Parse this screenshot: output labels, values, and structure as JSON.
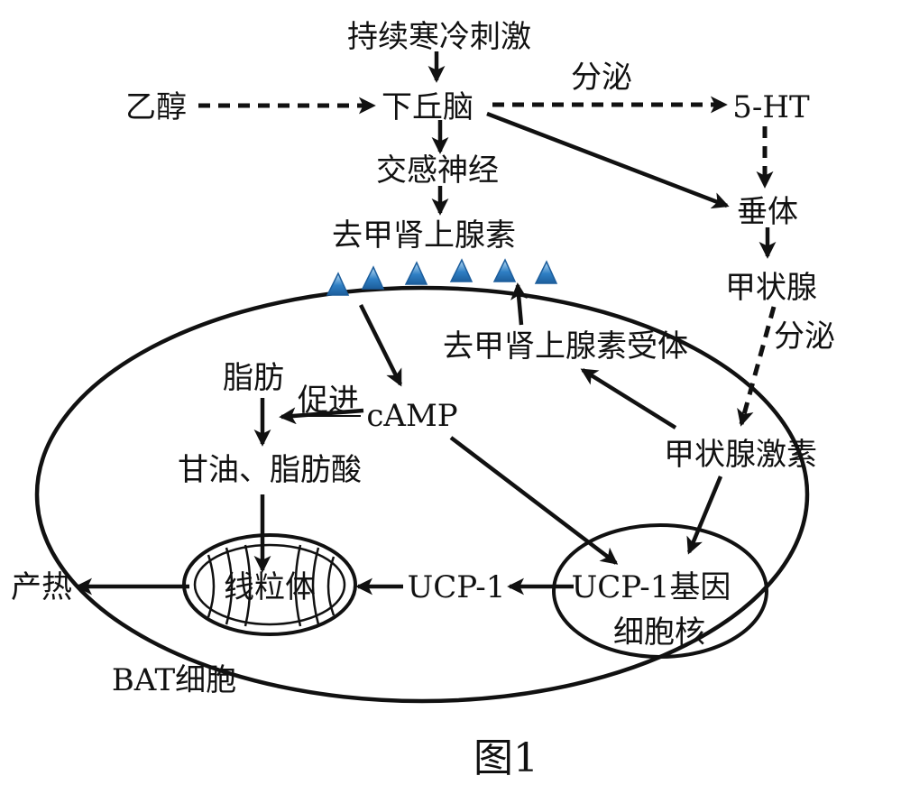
{
  "labels": {
    "cold_stimulus": "持续寒冷刺激",
    "ethanol": "乙醇",
    "hypothalamus": "下丘脑",
    "secrete_top": "分泌",
    "serotonin": "5-HT",
    "sympathetic_nerve": "交感神经",
    "pituitary": "垂体",
    "norepinephrine": "去甲肾上腺素",
    "thyroid": "甲状腺",
    "secrete_right": "分泌",
    "ne_receptor": "去甲肾上腺素受体",
    "fat": "脂肪",
    "promote": "促进",
    "camp": "cAMP",
    "glycerol_fatty_acid": "甘油、脂肪酸",
    "thyroid_hormone": "甲状腺激素",
    "heat_production": "产热",
    "mitochondria": "线粒体",
    "ucp1": "UCP-1",
    "ucp1_gene": "UCP-1基因",
    "nucleus": "细胞核",
    "bat_cell": "BAT细胞",
    "figure_caption": "图1"
  },
  "colors": {
    "ink": "#111111",
    "receptor_fill": "#2f7fc4",
    "receptor_highlight": "#bfe0f7",
    "background": "#ffffff"
  }
}
